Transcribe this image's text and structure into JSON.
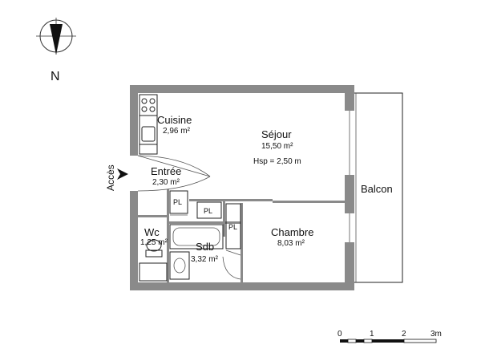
{
  "compass": {
    "north_label": "N"
  },
  "rooms": {
    "cuisine": {
      "name": "Cuisine",
      "area": "2,96 m²"
    },
    "sejour": {
      "name": "Séjour",
      "area": "15,50 m²",
      "ceiling": "Hsp = 2,50 m"
    },
    "entree": {
      "name": "Entrée",
      "area": "2,30 m²"
    },
    "wc": {
      "name": "Wc",
      "area": "1,25 m²"
    },
    "sdb": {
      "name": "Sdb",
      "area": "3,32 m²"
    },
    "chambre": {
      "name": "Chambre",
      "area": "8,03 m²"
    },
    "balcon": {
      "name": "Balcon"
    }
  },
  "closets": {
    "pl1": "PL",
    "pl2": "PL",
    "pl3": "PL"
  },
  "access": {
    "label": "Accès"
  },
  "scale": {
    "t0": "0",
    "t1": "1",
    "t2": "2",
    "t3": "3m"
  }
}
